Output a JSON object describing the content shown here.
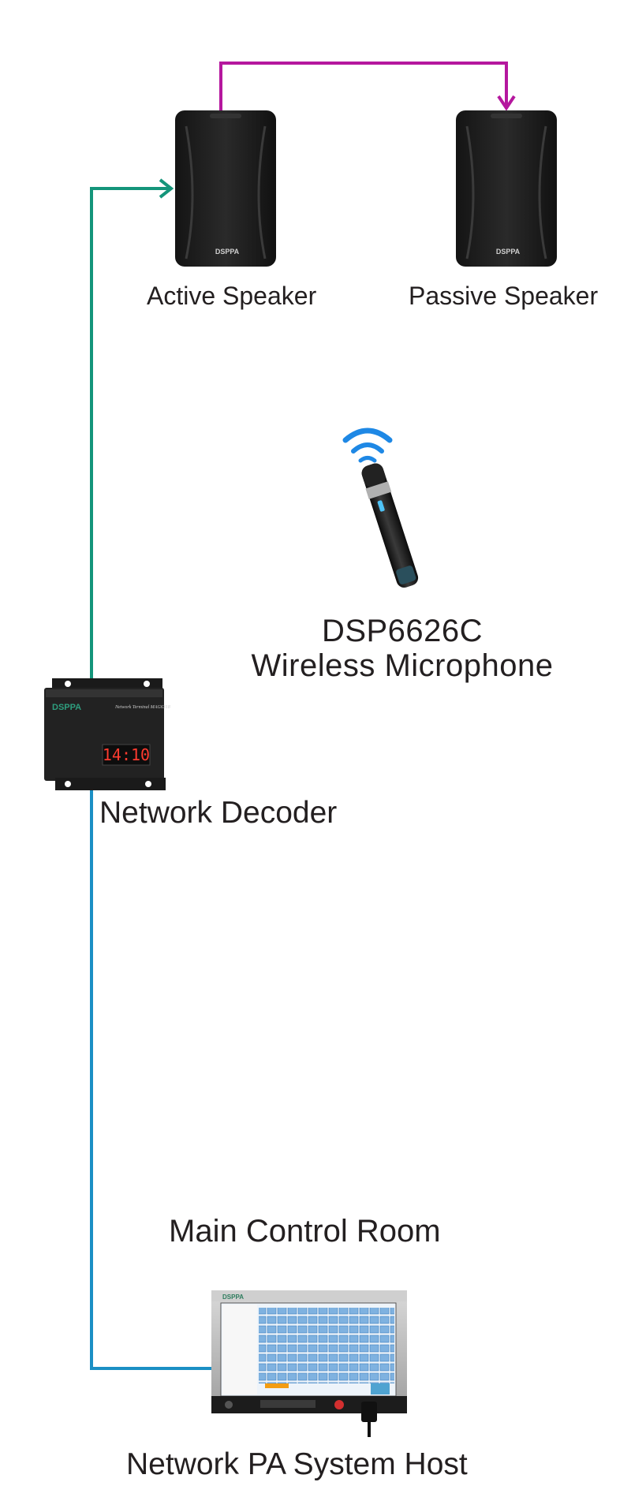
{
  "labels": {
    "active_speaker": "Active Speaker",
    "passive_speaker": "Passive Speaker",
    "mic_model": "DSP6626C",
    "mic_name": "Wireless Microphone",
    "decoder": "Network Decoder",
    "room": "Main Control Room",
    "host": "Network PA System Host"
  },
  "device_text": {
    "speaker_brand": "DSPPA",
    "decoder_brand": "DSPPA",
    "decoder_model": "Network Terminal  MAG6318",
    "decoder_time": "14:10",
    "host_brand": "DSPPA"
  },
  "colors": {
    "speaker_link": "#b5179e",
    "decoder_to_speaker": "#14957a",
    "host_to_decoder": "#1b8fc4",
    "wireless_waves": "#1e88e5",
    "led": "#ff3b2f"
  }
}
